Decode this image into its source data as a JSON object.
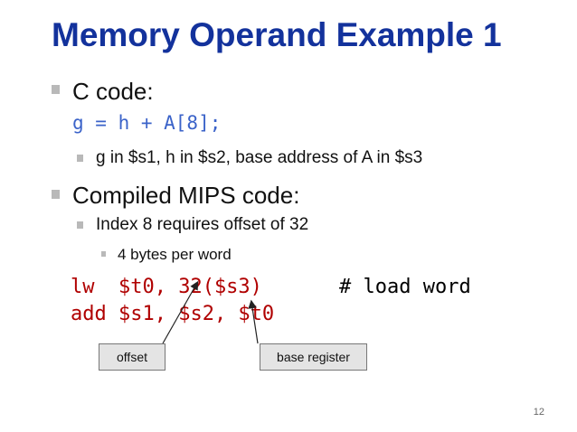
{
  "title": "Memory Operand Example 1",
  "bullets": {
    "c_code_label": "C code:",
    "c_code_line": "g = h + A[8];",
    "c_code_note": "g in $s1, h in $s2, base address of A in $s3",
    "mips_label": "Compiled MIPS code:",
    "index_note": "Index 8 requires offset of 32",
    "bytes_note": "4 bytes per word"
  },
  "mips": {
    "line1_code": "lw  $t0, 32($s3)",
    "line1_comment": "# load word",
    "line2_code": "add $s1, $s2, $t0"
  },
  "callouts": {
    "offset": "offset",
    "base_register": "base register"
  },
  "colors": {
    "title": "#13329c",
    "c_code": "#3b63c9",
    "mips_code": "#b00000",
    "bullet": "#b9b9b9",
    "callout_bg": "#e4e4e4"
  },
  "page_number": "12"
}
